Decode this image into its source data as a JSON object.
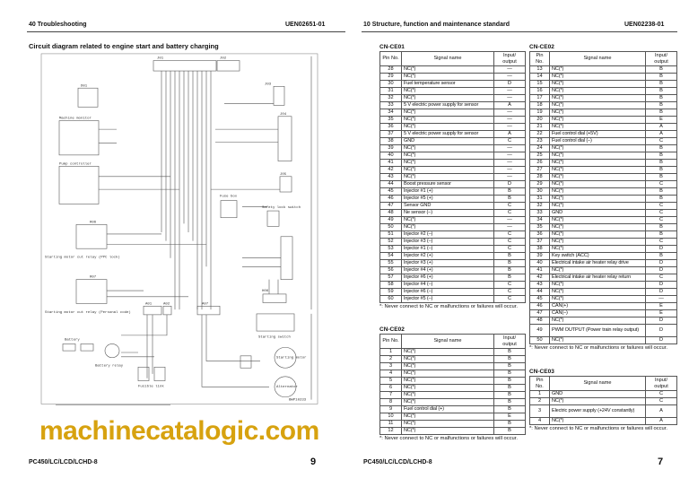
{
  "left_page": {
    "section": "40 Troubleshooting",
    "doc_id": "UEN02651-01",
    "title": "Circuit diagram related to engine start and battery charging",
    "model": "PC450/LC/LCD/LCHD-8",
    "page": "9",
    "diagram_labels": {
      "j01": "J01",
      "j02": "J02",
      "j03": "J03",
      "j04": "J04",
      "j05": "J05",
      "d01": "D01",
      "monitor": "Machine monitor",
      "pump": "Pump controller",
      "r06": "R06",
      "r07": "R07",
      "r06_desc": "Starting motor cut relay (PPC lock)",
      "r07_desc": "Starting motor cut relay (Personal code)",
      "fuse": "Fuse box",
      "safety": "Safety lock switch",
      "h06": "H06",
      "switch": "Starting switch",
      "battery": "Battery",
      "relay": "Battery relay",
      "fusible": "Fusible link",
      "motor": "Starting motor",
      "alt": "Alternator",
      "a01": "A01",
      "a02": "A02",
      "a07": "A07",
      "code": "BWP10233"
    }
  },
  "right_page": {
    "section": "10 Structure, function and maintenance standard",
    "doc_id": "UEN02238-01",
    "model": "PC450/LC/LCD/LCHD-8",
    "page": "7"
  },
  "headers": {
    "pin": "Pin No.",
    "signal": "Signal name",
    "io": "Input/ output"
  },
  "note": "*: Never connect to NC or malfunctions or failures will occur.",
  "watermark": "machinecatalogic.com",
  "tables": [
    {
      "id": "ce01",
      "label": "CN-CE01",
      "rows": [
        [
          "28",
          "NC(*)",
          "—"
        ],
        [
          "29",
          "NC(*)",
          "—"
        ],
        [
          "30",
          "Fuel temperature sensor",
          "D"
        ],
        [
          "31",
          "NC(*)",
          "—"
        ],
        [
          "32",
          "NC(*)",
          "—"
        ],
        [
          "33",
          "5 V electric power supply for sensor",
          "A"
        ],
        [
          "34",
          "NC(*)",
          "—"
        ],
        [
          "35",
          "NC(*)",
          "—"
        ],
        [
          "36",
          "NC(*)",
          "—"
        ],
        [
          "37",
          "5 V electric power supply for sensor",
          "A"
        ],
        [
          "38",
          "GND",
          "C"
        ],
        [
          "39",
          "NC(*)",
          "—"
        ],
        [
          "40",
          "NC(*)",
          "—"
        ],
        [
          "41",
          "NC(*)",
          "—"
        ],
        [
          "42",
          "NC(*)",
          "—"
        ],
        [
          "43",
          "NC(*)",
          "—"
        ],
        [
          "44",
          "Boost pressure sensor",
          "D"
        ],
        [
          "45",
          "Injector #1 (+)",
          "B"
        ],
        [
          "46",
          "Injector #5 (+)",
          "B"
        ],
        [
          "47",
          "Sensor GND",
          "C"
        ],
        [
          "48",
          "Ne sensor (–)",
          "C"
        ],
        [
          "49",
          "NC(*)",
          "—"
        ],
        [
          "50",
          "NC(*)",
          "—"
        ],
        [
          "51",
          "Injector #2 (–)",
          "C"
        ],
        [
          "52",
          "Injector #3 (–)",
          "C"
        ],
        [
          "53",
          "Injector #1 (–)",
          "C"
        ],
        [
          "54",
          "Injector #2 (+)",
          "B"
        ],
        [
          "55",
          "Injector #3 (+)",
          "B"
        ],
        [
          "56",
          "Injector #4 (+)",
          "B"
        ],
        [
          "57",
          "Injector #6 (+)",
          "B"
        ],
        [
          "58",
          "Injector #4 (–)",
          "C"
        ],
        [
          "59",
          "Injector #6 (–)",
          "C"
        ],
        [
          "60",
          "Injector #5 (–)",
          "C"
        ]
      ]
    },
    {
      "id": "ce02a",
      "label": "CN-CE02",
      "rows": [
        [
          "1",
          "NC(*)",
          "B"
        ],
        [
          "2",
          "NC(*)",
          "B"
        ],
        [
          "3",
          "NC(*)",
          "B"
        ],
        [
          "4",
          "NC(*)",
          "B"
        ],
        [
          "5",
          "NC(*)",
          "B"
        ],
        [
          "6",
          "NC(*)",
          "B"
        ],
        [
          "7",
          "NC(*)",
          "B"
        ],
        [
          "8",
          "NC(*)",
          "B"
        ],
        [
          "9",
          "Fuel control dial (+)",
          "B"
        ],
        [
          "10",
          "NC(*)",
          "E"
        ],
        [
          "11",
          "NC(*)",
          "B"
        ],
        [
          "12",
          "NC(*)",
          "B"
        ]
      ]
    },
    {
      "id": "ce02b",
      "label": "CN-CE02",
      "rows": [
        [
          "13",
          "NC(*)",
          "B"
        ],
        [
          "14",
          "NC(*)",
          "B"
        ],
        [
          "15",
          "NC(*)",
          "B"
        ],
        [
          "16",
          "NC(*)",
          "B"
        ],
        [
          "17",
          "NC(*)",
          "B"
        ],
        [
          "18",
          "NC(*)",
          "B"
        ],
        [
          "19",
          "NC(*)",
          "B"
        ],
        [
          "20",
          "NC(*)",
          "E"
        ],
        [
          "21",
          "NC(*)",
          "A"
        ],
        [
          "22",
          "Fuel control dial (+5V)",
          "A"
        ],
        [
          "23",
          "Fuel control dial (–)",
          "C"
        ],
        [
          "24",
          "NC(*)",
          "B"
        ],
        [
          "25",
          "NC(*)",
          "B"
        ],
        [
          "26",
          "NC(*)",
          "B"
        ],
        [
          "27",
          "NC(*)",
          "B"
        ],
        [
          "28",
          "NC(*)",
          "B"
        ],
        [
          "29",
          "NC(*)",
          "C"
        ],
        [
          "30",
          "NC(*)",
          "B"
        ],
        [
          "31",
          "NC(*)",
          "B"
        ],
        [
          "32",
          "NC(*)",
          "C"
        ],
        [
          "33",
          "GND",
          "C"
        ],
        [
          "34",
          "NC(*)",
          "C"
        ],
        [
          "35",
          "NC(*)",
          "B"
        ],
        [
          "36",
          "NC(*)",
          "B"
        ],
        [
          "37",
          "NC(*)",
          "C"
        ],
        [
          "38",
          "NC(*)",
          "D"
        ],
        [
          "39",
          "Key switch (ACC)",
          "B"
        ],
        [
          "40",
          "Electrical intake air heater relay drive",
          "D"
        ],
        [
          "41",
          "NC(*)",
          "D"
        ],
        [
          "42",
          "Electrical intake air heater relay return",
          "C"
        ],
        [
          "43",
          "NC(*)",
          "D"
        ],
        [
          "44",
          "NC(*)",
          "D"
        ],
        [
          "45",
          "NC(*)",
          "—"
        ],
        [
          "46",
          "CAN(+)",
          "E"
        ],
        [
          "47",
          "CAN(–)",
          "E"
        ],
        [
          "48",
          "NC(*)",
          "D"
        ],
        [
          "49",
          "PWM OUTPUT (Power train relay output)",
          "D"
        ],
        [
          "50",
          "NC(*)",
          "D"
        ]
      ]
    },
    {
      "id": "ce03",
      "label": "CN-CE03",
      "rows": [
        [
          "1",
          "GND",
          "C"
        ],
        [
          "2",
          "NC(*)",
          "C"
        ],
        [
          "3",
          "Electric power supply (+24V constantly)",
          "A"
        ],
        [
          "4",
          "NC(*)",
          "A"
        ]
      ]
    }
  ]
}
